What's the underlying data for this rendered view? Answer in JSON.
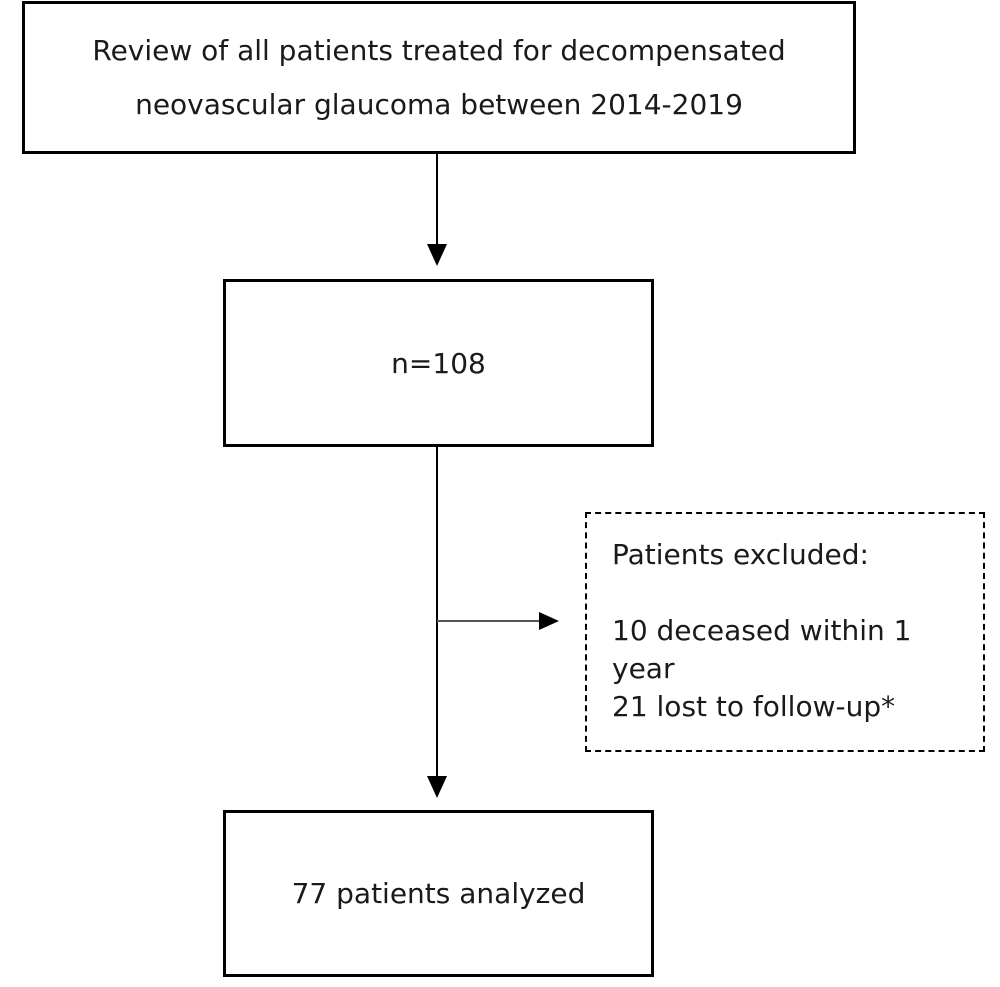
{
  "flowchart": {
    "start": {
      "line1": "Review of all patients treated for decompensated",
      "line2": "neovascular glaucoma between 2014-2019"
    },
    "total": {
      "label": "n=108"
    },
    "excluded": {
      "title": "Patients excluded:",
      "line1": "10 deceased within 1",
      "line2": "year",
      "line3": "21 lost to follow-up*"
    },
    "analyzed": {
      "label": "77 patients analyzed"
    }
  }
}
